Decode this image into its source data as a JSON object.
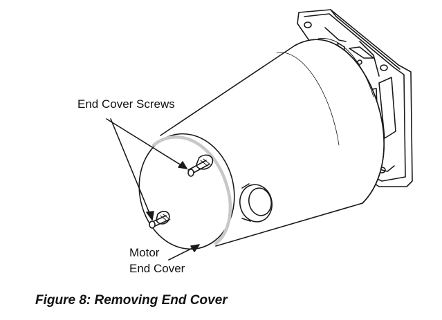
{
  "labels": {
    "screws": "End Cover Screws",
    "motor_line1": "Motor",
    "motor_line2": "End Cover"
  },
  "caption": "Figure 8: Removing End Cover",
  "colors": {
    "line": "#1a1a1a",
    "seam": "#c8c8c8",
    "background": "#ffffff"
  }
}
